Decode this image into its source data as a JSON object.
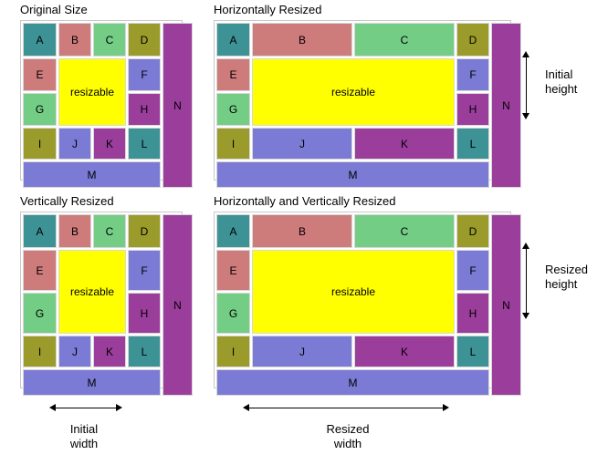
{
  "figure": {
    "title_visible": false,
    "background": "#ffffff",
    "palette": {
      "teal": "#3d9295",
      "rose": "#cd7b7b",
      "green": "#74cd85",
      "olive": "#9b9b2b",
      "blue": "#7b7bd5",
      "purple": "#9b3d9b",
      "yellow": "#ffff00",
      "border": "#d8d8d8",
      "outline": "#c8c8c8",
      "text": "#000000"
    }
  },
  "panels": [
    {
      "id": "original",
      "title": "Original Size",
      "cells": [
        {
          "label": "A",
          "color": "teal"
        },
        {
          "label": "B",
          "color": "rose"
        },
        {
          "label": "C",
          "color": "green"
        },
        {
          "label": "D",
          "color": "olive"
        },
        {
          "label": "E",
          "color": "rose"
        },
        {
          "label": "resizable",
          "color": "yellow"
        },
        {
          "label": "F",
          "color": "blue"
        },
        {
          "label": "G",
          "color": "green"
        },
        {
          "label": "H",
          "color": "purple"
        },
        {
          "label": "I",
          "color": "olive"
        },
        {
          "label": "J",
          "color": "blue"
        },
        {
          "label": "K",
          "color": "purple"
        },
        {
          "label": "L",
          "color": "teal"
        },
        {
          "label": "M",
          "color": "blue"
        },
        {
          "label": "N",
          "color": "purple"
        }
      ]
    },
    {
      "id": "horizontal",
      "title": "Horizontally Resized",
      "cells": [
        {
          "label": "A",
          "color": "teal"
        },
        {
          "label": "B",
          "color": "rose"
        },
        {
          "label": "C",
          "color": "green"
        },
        {
          "label": "D",
          "color": "olive"
        },
        {
          "label": "E",
          "color": "rose"
        },
        {
          "label": "resizable",
          "color": "yellow"
        },
        {
          "label": "F",
          "color": "blue"
        },
        {
          "label": "G",
          "color": "green"
        },
        {
          "label": "H",
          "color": "purple"
        },
        {
          "label": "I",
          "color": "olive"
        },
        {
          "label": "J",
          "color": "blue"
        },
        {
          "label": "K",
          "color": "purple"
        },
        {
          "label": "L",
          "color": "teal"
        },
        {
          "label": "M",
          "color": "blue"
        },
        {
          "label": "N",
          "color": "purple"
        }
      ]
    },
    {
      "id": "vertical",
      "title": "Vertically Resized",
      "cells": [
        {
          "label": "A",
          "color": "teal"
        },
        {
          "label": "B",
          "color": "rose"
        },
        {
          "label": "C",
          "color": "green"
        },
        {
          "label": "D",
          "color": "olive"
        },
        {
          "label": "E",
          "color": "rose"
        },
        {
          "label": "resizable",
          "color": "yellow"
        },
        {
          "label": "F",
          "color": "blue"
        },
        {
          "label": "G",
          "color": "green"
        },
        {
          "label": "H",
          "color": "purple"
        },
        {
          "label": "I",
          "color": "olive"
        },
        {
          "label": "J",
          "color": "blue"
        },
        {
          "label": "K",
          "color": "purple"
        },
        {
          "label": "L",
          "color": "teal"
        },
        {
          "label": "M",
          "color": "blue"
        },
        {
          "label": "N",
          "color": "purple"
        }
      ]
    },
    {
      "id": "both",
      "title": "Horizontally and Vertically Resized",
      "cells": [
        {
          "label": "A",
          "color": "teal"
        },
        {
          "label": "B",
          "color": "rose"
        },
        {
          "label": "C",
          "color": "green"
        },
        {
          "label": "D",
          "color": "olive"
        },
        {
          "label": "E",
          "color": "rose"
        },
        {
          "label": "resizable",
          "color": "yellow"
        },
        {
          "label": "F",
          "color": "blue"
        },
        {
          "label": "G",
          "color": "green"
        },
        {
          "label": "H",
          "color": "purple"
        },
        {
          "label": "I",
          "color": "olive"
        },
        {
          "label": "J",
          "color": "blue"
        },
        {
          "label": "K",
          "color": "purple"
        },
        {
          "label": "L",
          "color": "teal"
        },
        {
          "label": "M",
          "color": "blue"
        },
        {
          "label": "N",
          "color": "purple"
        }
      ]
    }
  ],
  "measurements": {
    "initial_height": "Initial\nheight",
    "resized_height": "Resized\nheight",
    "initial_width": "Initial\nwidth",
    "resized_width": "Resized\nwidth"
  },
  "cell_labels": {
    "a": "A",
    "b": "B",
    "c": "C",
    "d": "D",
    "e": "E",
    "f": "F",
    "g": "G",
    "h": "H",
    "i": "I",
    "j": "J",
    "k": "K",
    "l": "L",
    "m": "M",
    "n": "N",
    "resizable": "resizable"
  }
}
